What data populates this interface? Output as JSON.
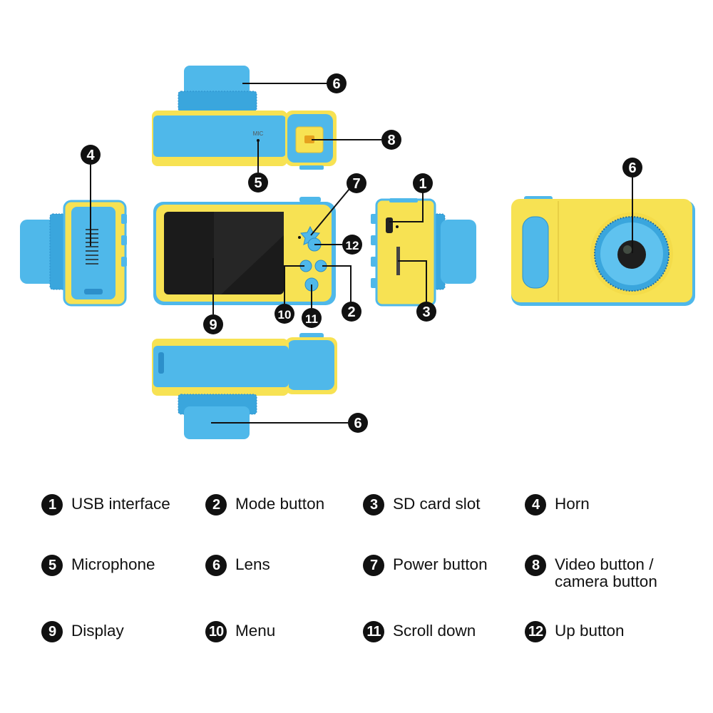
{
  "colors": {
    "yellow": "#f7e253",
    "blue": "#4fb8ea",
    "dark_blue": "#2c8fca",
    "screen": "#1b1b1b",
    "callout": "#111111"
  },
  "mic_label": "MIC",
  "callouts": {
    "top_lens": "6",
    "video_button": "8",
    "microphone": "5",
    "horn": "4",
    "power": "7",
    "up": "12",
    "menu": "10",
    "scroll_down": "11",
    "mode": "2",
    "display": "9",
    "usb": "1",
    "sd": "3",
    "front_lens": "6",
    "bottom_lens": "6"
  },
  "legend": [
    {
      "num": "1",
      "label": "USB interface"
    },
    {
      "num": "2",
      "label": "Mode button"
    },
    {
      "num": "3",
      "label": "SD card slot"
    },
    {
      "num": "4",
      "label": "Horn"
    },
    {
      "num": "5",
      "label": "Microphone"
    },
    {
      "num": "6",
      "label": "Lens"
    },
    {
      "num": "7",
      "label": "Power button"
    },
    {
      "num": "8",
      "label": "Video button /\ncamera button"
    },
    {
      "num": "9",
      "label": "Display"
    },
    {
      "num": "10",
      "label": "Menu"
    },
    {
      "num": "11",
      "label": "Scroll down"
    },
    {
      "num": "12",
      "label": "Up button"
    }
  ]
}
